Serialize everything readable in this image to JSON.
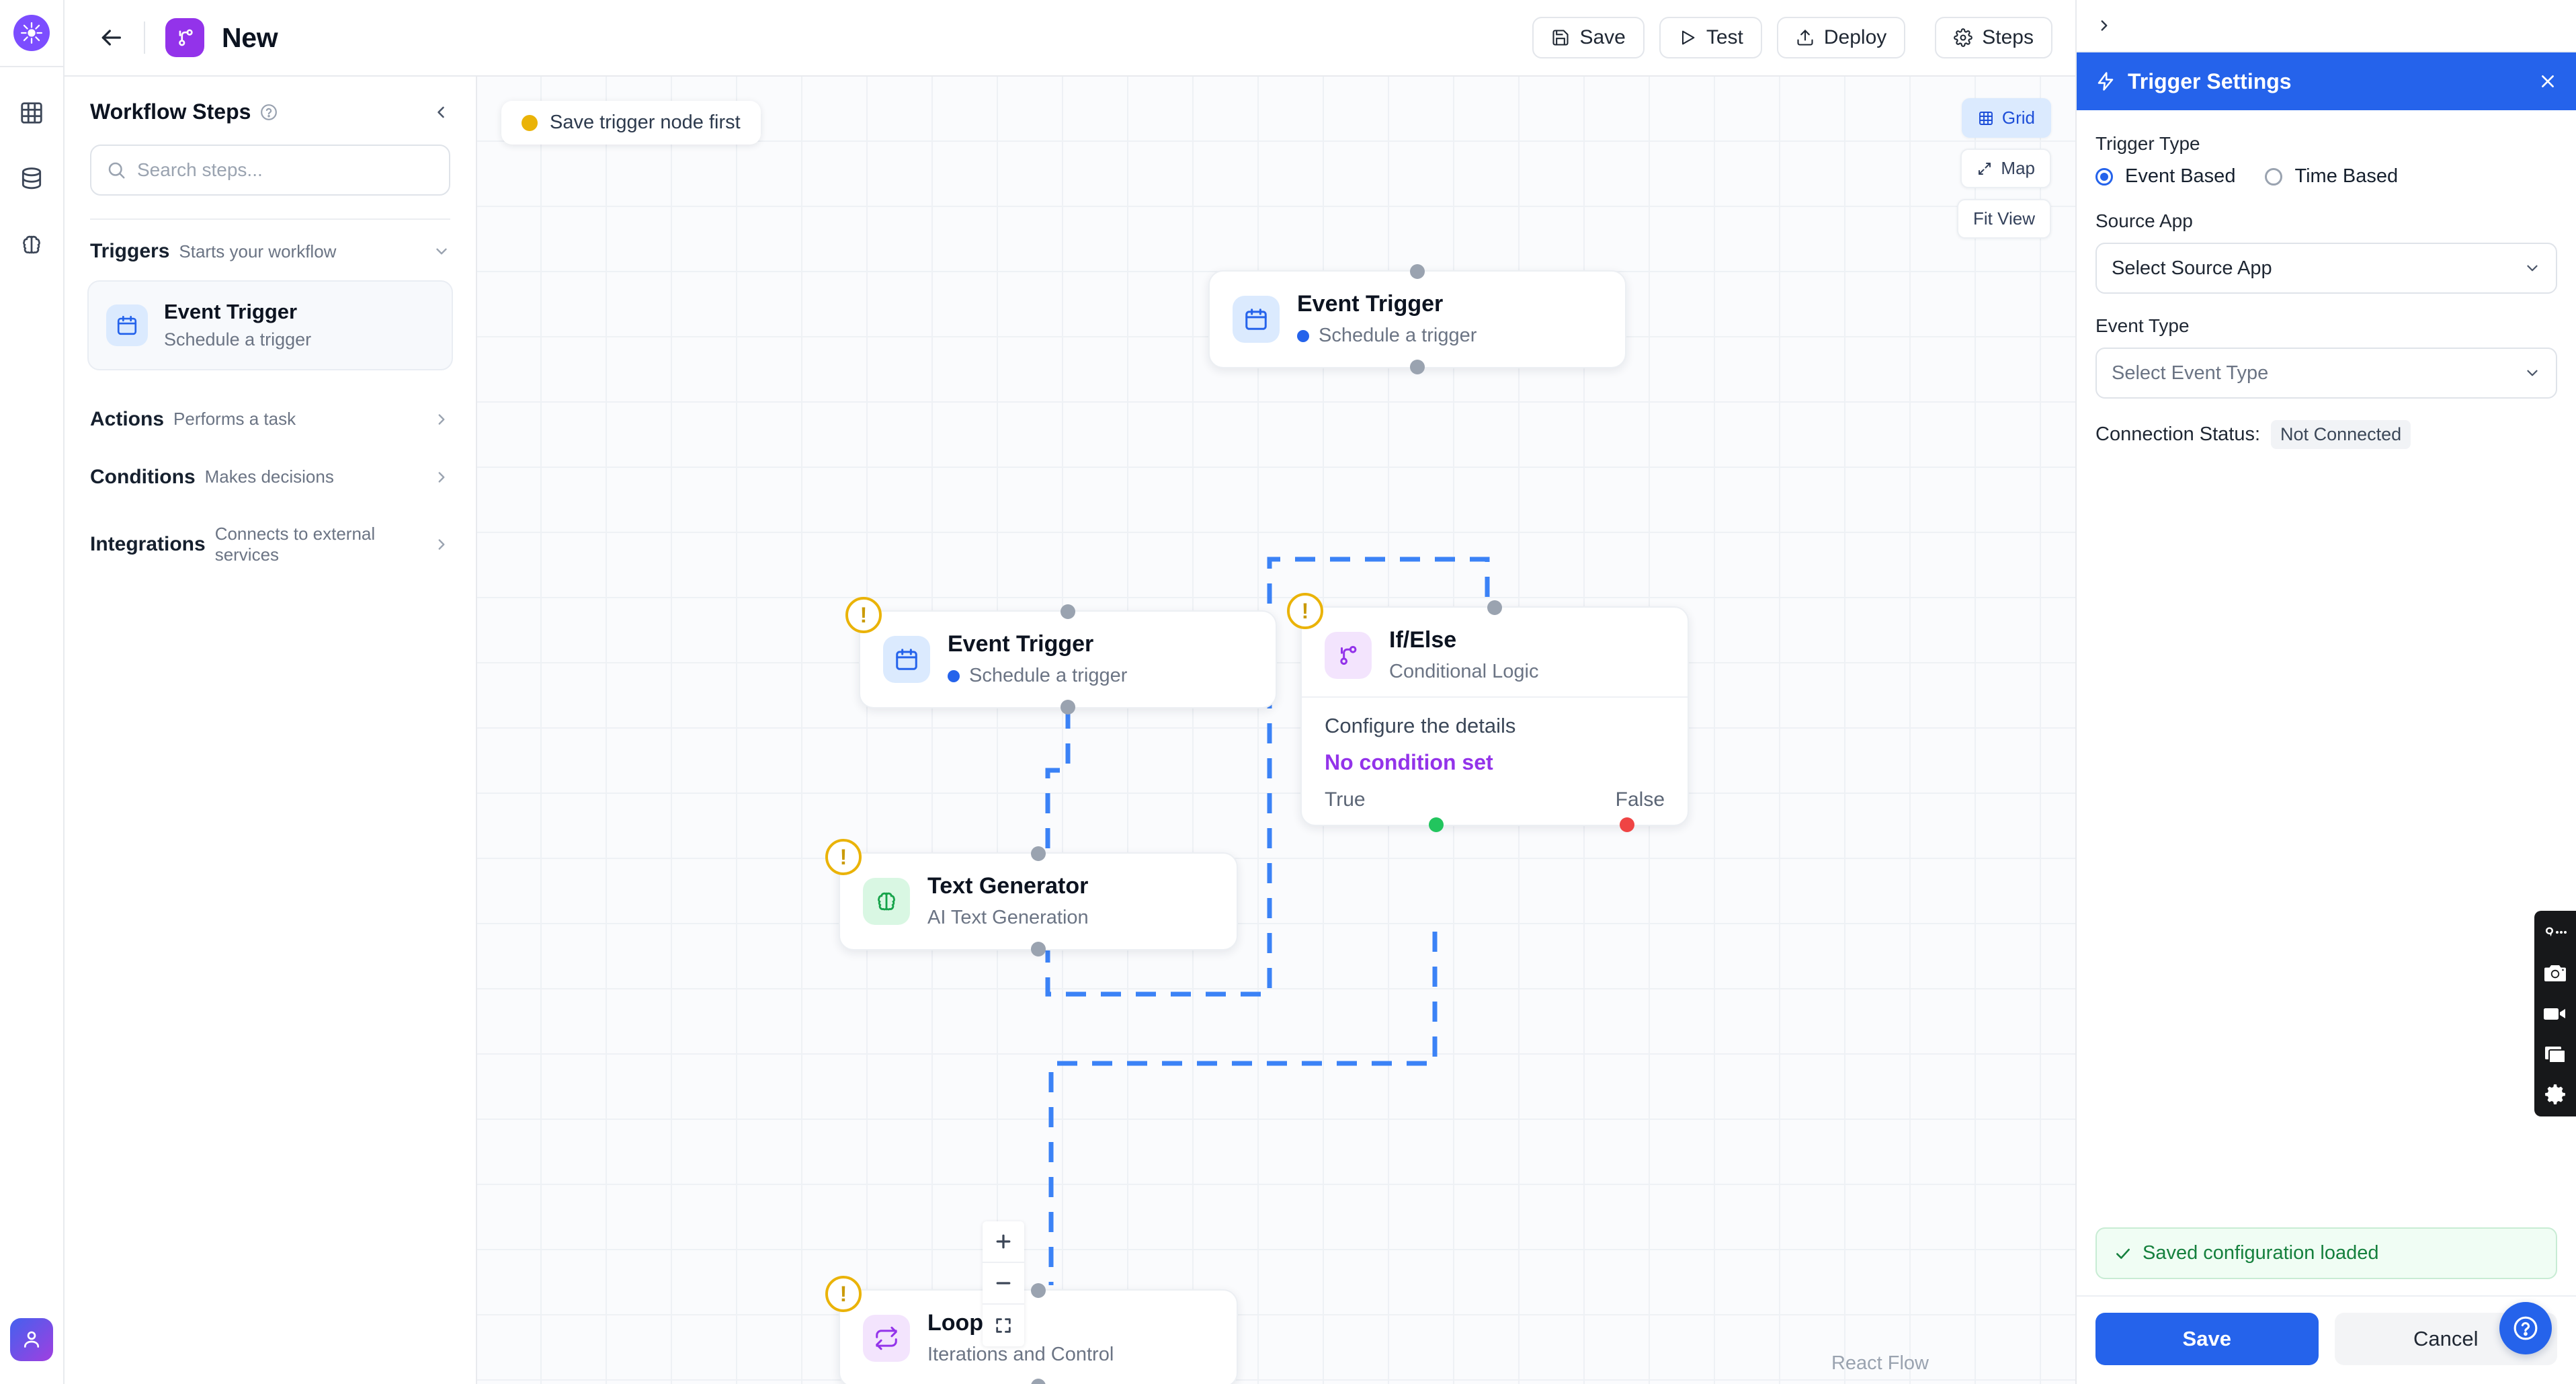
{
  "rail": {
    "logo_icon": "sun-burst-logo-icon",
    "items": [
      {
        "icon": "grid-icon",
        "name": "grid"
      },
      {
        "icon": "database-icon",
        "name": "database"
      },
      {
        "icon": "brain-icon",
        "name": "brain"
      }
    ],
    "avatar_icon": "user-avatar-icon"
  },
  "topbar": {
    "back_icon": "arrow-left-icon",
    "workflow_icon": "workflow-branch-icon",
    "title": "New",
    "buttons": [
      {
        "label": "Save",
        "icon": "save-disk-icon"
      },
      {
        "label": "Test",
        "icon": "play-triangle-icon"
      },
      {
        "label": "Deploy",
        "icon": "upload-icon"
      },
      {
        "label": "Steps",
        "icon": "gear-icon"
      }
    ]
  },
  "sidebar": {
    "title": "Workflow Steps",
    "help_icon": "question-circle-icon",
    "collapse_icon": "chevron-left-icon",
    "search": {
      "value": "",
      "placeholder": "Search steps..."
    },
    "categories": [
      {
        "name": "Triggers",
        "desc": "Starts your workflow",
        "arrow": "chevron-down-icon",
        "expanded": true
      },
      {
        "name": "Actions",
        "desc": "Performs a task",
        "arrow": "chevron-right-icon",
        "expanded": false
      },
      {
        "name": "Conditions",
        "desc": "Makes decisions",
        "arrow": "chevron-right-icon",
        "expanded": false
      },
      {
        "name": "Integrations",
        "desc": "Connects to external services",
        "arrow": "chevron-right-icon",
        "expanded": false
      }
    ],
    "trigger_step": {
      "name": "Event Trigger",
      "sub": "Schedule a trigger",
      "icon": "calendar-icon"
    }
  },
  "canvas": {
    "warning_chip": "Save trigger node first",
    "controls": [
      {
        "label": "Grid",
        "icon": "grid-icon",
        "active": true
      },
      {
        "label": "Map",
        "icon": "expand-arrows-icon",
        "active": false
      },
      {
        "label": "Fit View",
        "icon": "",
        "active": false
      }
    ],
    "zoom_controls": [
      {
        "icon": "plus-icon",
        "name": "zoom-in"
      },
      {
        "icon": "minus-icon",
        "name": "zoom-out"
      },
      {
        "icon": "fit-frame-icon",
        "name": "fit-view"
      }
    ],
    "attribution": "React Flow",
    "nodes": [
      {
        "id": "trigger-top",
        "title": "Event Trigger",
        "sub": "Schedule a trigger",
        "icon": "calendar-icon",
        "warn": false
      },
      {
        "id": "trigger-main",
        "title": "Event Trigger",
        "sub": "Schedule a trigger",
        "icon": "calendar-icon",
        "warn": true
      },
      {
        "id": "text-generator",
        "title": "Text Generator",
        "sub": "AI Text Generation",
        "icon": "brain-icon",
        "warn": true
      },
      {
        "id": "loop",
        "title": "Loop",
        "sub": "Iterations and Control",
        "icon": "loop-arrows-icon",
        "warn": true
      },
      {
        "id": "ifelse",
        "title": "If/Else",
        "sub": "Conditional Logic",
        "icon": "branch-icon",
        "warn": true,
        "body_line": "Configure the details",
        "body_warn": "No condition set",
        "true_label": "True",
        "false_label": "False"
      }
    ]
  },
  "right_panel": {
    "expand_icon": "chevron-right-icon",
    "header": {
      "icon": "lightning-bolt-icon",
      "title": "Trigger Settings",
      "close_icon": "close-x-icon"
    },
    "trigger_type": {
      "label": "Trigger Type",
      "options": [
        {
          "label": "Event Based",
          "selected": true
        },
        {
          "label": "Time Based",
          "selected": false
        }
      ]
    },
    "source_app": {
      "label": "Source App",
      "value": "Select Source App",
      "chevron": "chevron-down-icon"
    },
    "event_type": {
      "label": "Event Type",
      "value": "Select Event Type",
      "chevron": "chevron-down-icon"
    },
    "connection": {
      "label": "Connection Status:",
      "status": "Not Connected"
    },
    "toast": {
      "icon": "check-icon",
      "text": "Saved configuration loaded"
    },
    "footer": {
      "save_label": "Save",
      "cancel_label": "Cancel"
    }
  },
  "overlays": {
    "help_fab_icon": "question-circle-icon",
    "float_toolbar": [
      {
        "icon": "marker-dots-icon"
      },
      {
        "icon": "camera-icon"
      },
      {
        "icon": "video-camera-icon"
      },
      {
        "icon": "window-copy-icon"
      },
      {
        "icon": "gear-icon"
      }
    ]
  },
  "colors": {
    "accent_blue": "#2563eb",
    "brand_purple": "#9333ea",
    "warn_amber": "#eab308",
    "success_green": "#15803d",
    "edge_blue": "#3b82f6"
  }
}
